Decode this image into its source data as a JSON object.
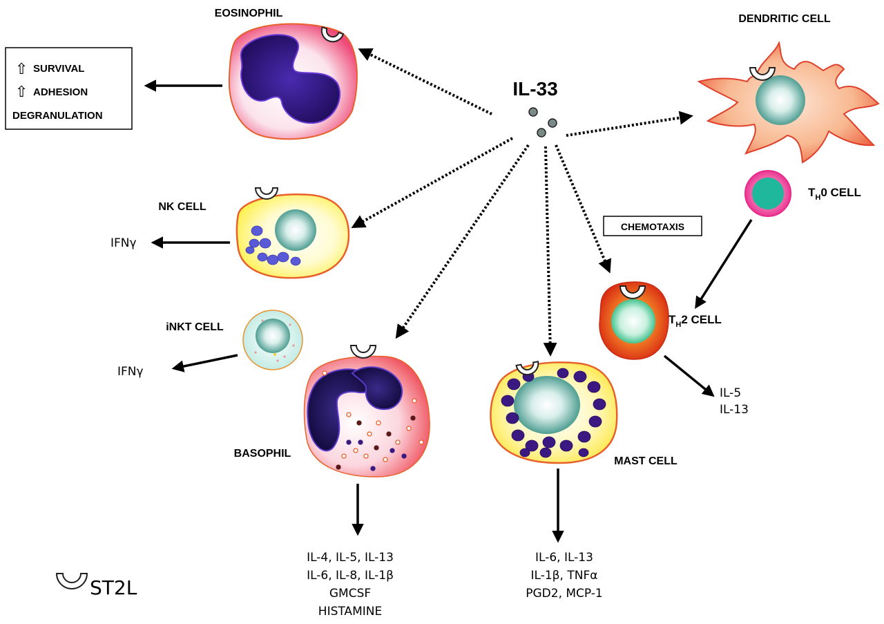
{
  "title": "IL-33",
  "legend": {
    "label": "ST2L",
    "icon": "st2l-receptor-icon"
  },
  "cells": {
    "eosinophil": "EOSINOPHIL",
    "dendritic": "DENDRITIC CELL",
    "nk": "NK CELL",
    "inkt": "iNKT CELL",
    "basophil": "BASOPHIL",
    "mast": "MAST CELL",
    "th0_main": "T",
    "th0_sub": "H",
    "th0_rest": "0 CELL",
    "th2_main": "T",
    "th2_sub": "H",
    "th2_rest": "2 CELL"
  },
  "eosinophil_effects": {
    "arrow_glyph": "⇧",
    "line1": "SURVIVAL",
    "line2": "ADHESION",
    "line3": "DEGRANULATION"
  },
  "chemotaxis": "CHEMOTAXIS",
  "outputs": {
    "nk": "IFNγ",
    "inkt": "IFNγ",
    "th2": [
      "IL-5",
      "IL-13"
    ],
    "basophil": [
      "IL-4, IL-5, IL-13",
      "IL-6, IL-8, IL-1β",
      "GMCSF",
      "HISTAMINE"
    ],
    "mast": [
      "IL-6, IL-13",
      "IL-1β, TNFα",
      "PGD2, MCP-1"
    ]
  },
  "colors": {
    "nucleus_teal": "#5fb0a0",
    "eos_nucleus": "#2a1270",
    "orange_border": "#e8602a",
    "pink": "#f07090",
    "yellow": "#fff060",
    "mast_granule": "#3a1a80",
    "nk_granule": "#5a5ad8"
  }
}
